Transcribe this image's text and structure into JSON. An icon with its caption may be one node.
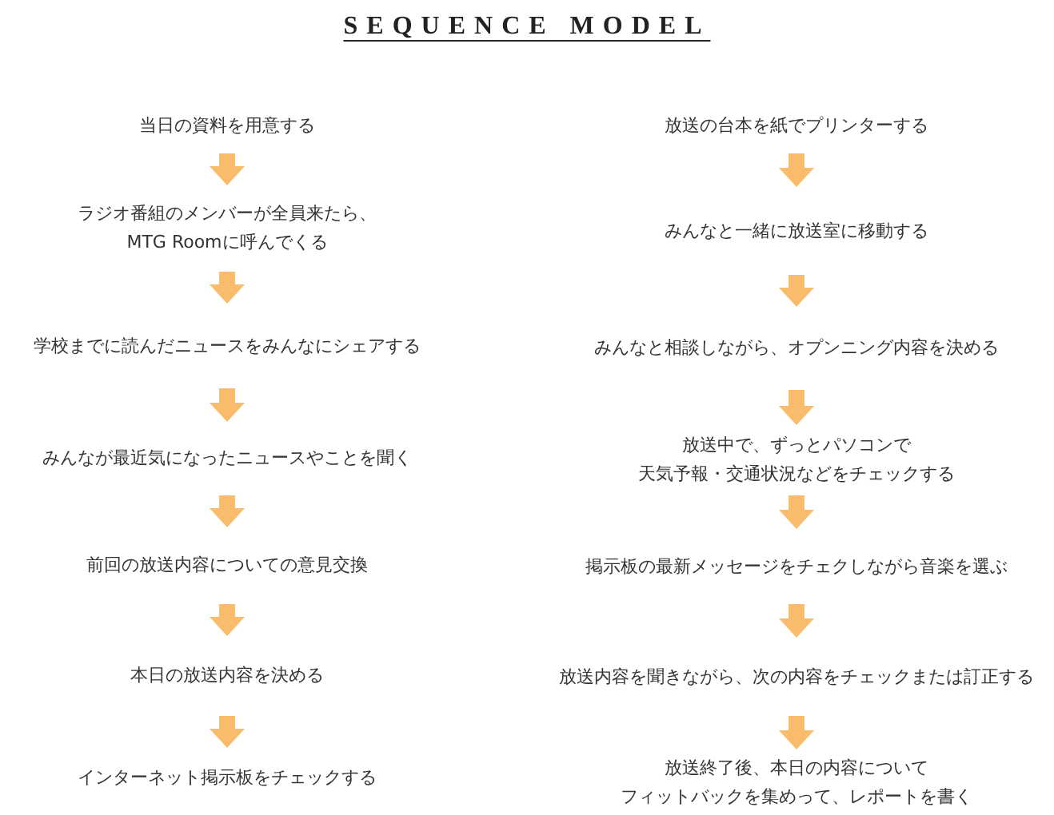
{
  "diagram": {
    "title": "SEQUENCE MODEL",
    "nodes": [
      {
        "text": [
          "当日の資料を用意する"
        ]
      },
      {
        "text": [
          "ラジオ番組のメンバーが全員来たら、MTG Roomに呼んでくる"
        ]
      },
      {
        "text": [
          "学校までに読んだニュースをみんなにシェアする"
        ]
      },
      {
        "text": [
          "みんなが最近気になったニュースやことを聞く"
        ]
      },
      {
        "text": [
          "前回の放送内容についての意見交換"
        ]
      },
      {
        "text": [
          "本日の放送内容を決める"
        ]
      },
      {
        "text": [
          "インターネット掲示板をチェックする"
        ]
      },
      {
        "text": [
          "放送の台本を紙でプリンターする"
        ]
      },
      {
        "text": [
          "みんなと一緒に放送室に移動する"
        ]
      },
      {
        "text": [
          "みんなと相談しながら、オプンニング内容を決める"
        ]
      },
      {
        "text": [
          "放送中で、ずっとパソコンで天気予報・交通状況などをチェックする"
        ]
      },
      {
        "text": [
          "掲示板の最新メッセージをチェクしながら音楽を選ぶ"
        ]
      },
      {
        "text": [
          "放送内容を聞きながら、次の内容をチェックまたは訂正する"
        ]
      },
      {
        "text": [
          "放送終了後、本日の内容についてフィットバックを集めって、レポートを書く"
        ]
      }
    ],
    "edges": [
      {
        "from": 0,
        "to": 1,
        "arrow": "to"
      },
      {
        "from": 1,
        "to": 2,
        "arrow": "to"
      },
      {
        "from": 2,
        "to": 3,
        "arrow": "to"
      },
      {
        "from": 3,
        "to": 4,
        "arrow": "to"
      },
      {
        "from": 4,
        "to": 5,
        "arrow": "to"
      },
      {
        "from": 5,
        "to": 6,
        "arrow": "to"
      },
      {
        "from": 7,
        "to": 8,
        "arrow": "to"
      },
      {
        "from": 8,
        "to": 9,
        "arrow": "to"
      },
      {
        "from": 9,
        "to": 10,
        "arrow": "to"
      },
      {
        "from": 10,
        "to": 11,
        "arrow": "to"
      },
      {
        "from": 11,
        "to": 12,
        "arrow": "to"
      },
      {
        "from": 12,
        "to": 13,
        "arrow": "to"
      }
    ]
  }
}
